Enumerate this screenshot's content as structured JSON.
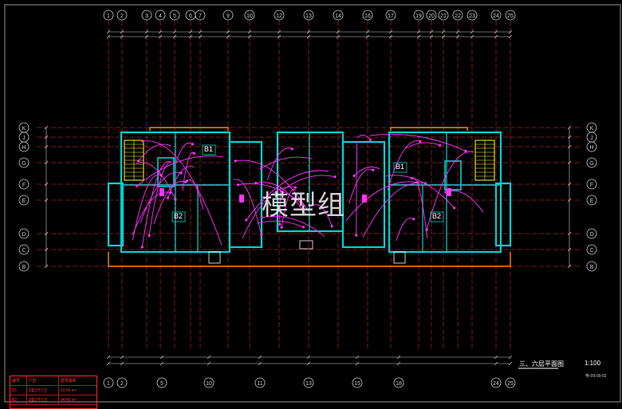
{
  "drawing": {
    "title": "三、六层平面图",
    "scale": "1:100",
    "sheet_code": "电-09-09-02",
    "watermark": "模型组",
    "units": [
      {
        "label": "B1"
      },
      {
        "label": "B2"
      },
      {
        "label": "B1"
      },
      {
        "label": "B2"
      }
    ]
  },
  "grid": {
    "top_axes": [
      "1",
      "2",
      "3",
      "4",
      "5",
      "6",
      "7",
      "9",
      "10",
      "12",
      "13",
      "14",
      "16",
      "17",
      "19",
      "20",
      "21",
      "22",
      "23",
      "24",
      "25"
    ],
    "bottom_axes": [
      "1",
      "2",
      "5",
      "10",
      "11",
      "13",
      "15",
      "18",
      "24",
      "25"
    ],
    "left_rows": [
      "K",
      "J",
      "H",
      "G",
      "F",
      "E",
      "D",
      "C",
      "B"
    ],
    "right_rows": [
      "K",
      "J",
      "H",
      "G",
      "F",
      "E",
      "D",
      "C",
      "B"
    ]
  },
  "legend_table": {
    "rows": [
      {
        "code": "编号",
        "type": "户型",
        "area": "建筑面积"
      },
      {
        "code": "B1",
        "type": "3室2厅2卫",
        "area": "93.94 m²"
      },
      {
        "code": "B2",
        "type": "3室2厅2卫",
        "area": "94.45 m²"
      }
    ]
  },
  "colors": {
    "background": "#000000",
    "wall": "#00d0d0",
    "wiring": "#ff33ff",
    "fixtures": "#ffff33",
    "axis": "#cccccc",
    "grid_dash": "#ff3333",
    "frame": "#cccccc",
    "balcony": "#ff8800"
  }
}
